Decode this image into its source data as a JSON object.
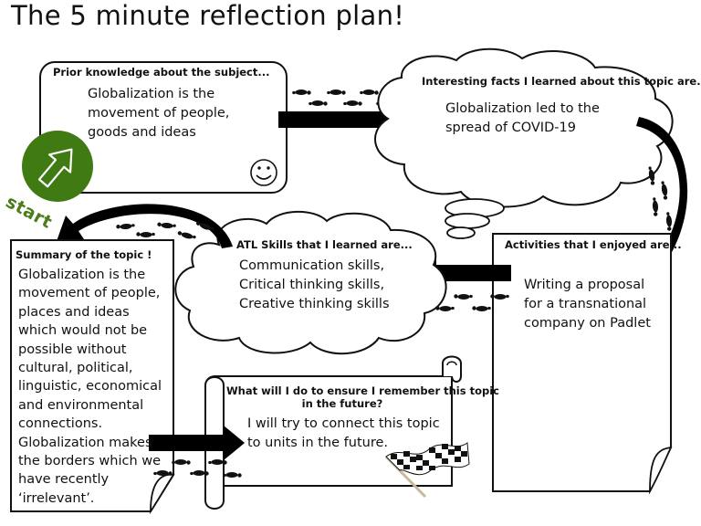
{
  "title": "The 5 minute reflection plan!",
  "start_label": "start",
  "colors": {
    "start_circle": "#3f7a12",
    "start_text": "#4a7c1a",
    "outline": "#111111",
    "arrow": "#000000"
  },
  "sections": {
    "prior_knowledge": {
      "header": "Prior knowledge about the subject...",
      "lines": [
        "Globalization is the",
        "movement of people,",
        "goods and ideas"
      ]
    },
    "interesting_facts": {
      "header": "Interesting facts I learned about this topic are...",
      "lines": [
        "Globalization led to the",
        "spread of COVID-19"
      ]
    },
    "activities": {
      "header": "Activities that I enjoyed are...",
      "lines": [
        "Writing a proposal",
        "for a transnational",
        "company on Padlet"
      ]
    },
    "atl_skills": {
      "header": "ATL Skills that I learned are...",
      "lines": [
        "Communication skills,",
        "Critical thinking skills,",
        "Creative thinking skills"
      ]
    },
    "remember": {
      "header_lines": [
        "What will I do to ensure I remember this topic",
        "in the future?"
      ],
      "lines": [
        "I will try to connect this topic",
        "to units in the future."
      ]
    },
    "summary": {
      "header": "Summary of the topic !",
      "lines": [
        "Globalization is the",
        "movement of people,",
        "places and ideas",
        "which would not be",
        "possible without",
        "cultural, political,",
        "linguistic, economical",
        "and environmental",
        "connections.",
        "Globalization makes",
        "the borders which we",
        "have recently",
        "‘irrelevant’."
      ]
    }
  },
  "icons": [
    "smiley-icon",
    "up-arrow-icon",
    "checkered-flag-icon",
    "footprints-icon",
    "arrow-right-icon",
    "arrow-left-icon",
    "curved-arrow-icon"
  ]
}
